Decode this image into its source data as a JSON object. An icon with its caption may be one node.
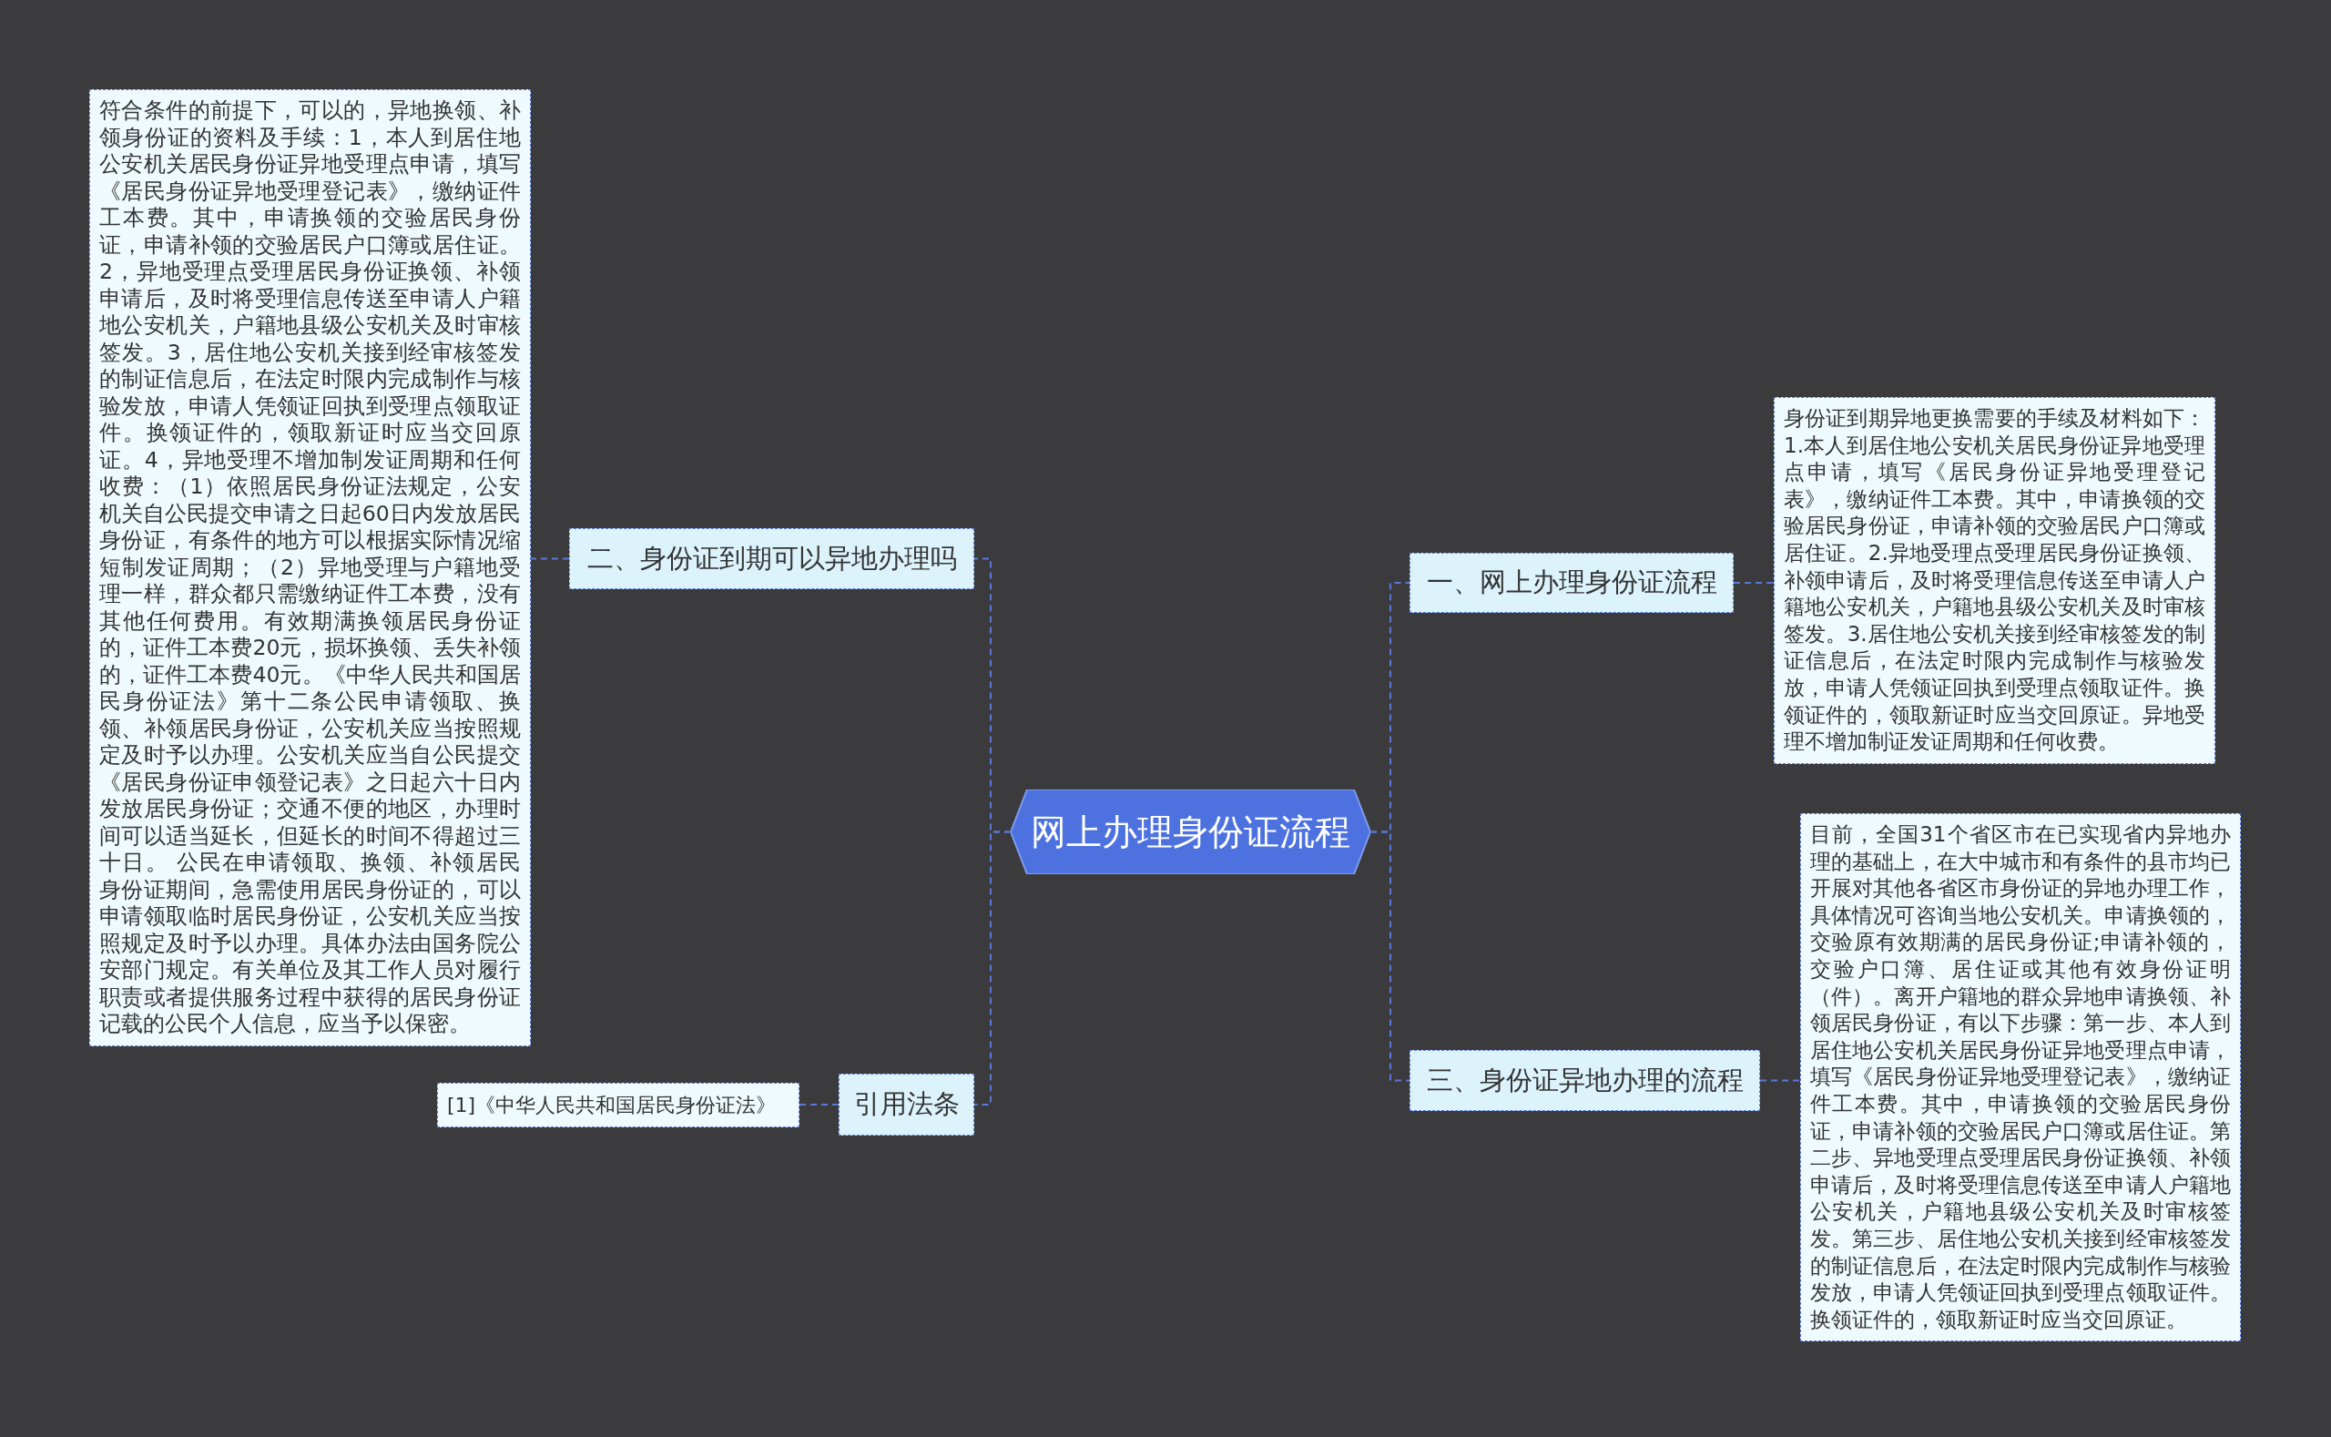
{
  "diagram": {
    "nodes": [
      {
        "text": [
          "网上办理身份证流程"
        ]
      },
      {
        "text": [
          "一、网上办理身份证流程"
        ]
      },
      {
        "text": [
          "身份证到期异地更换需要的手续及材料如下：1.本人到居住地公安机关居民身份证异地受理点申请，填写《居民身份证异地受理登记表》，缴纳证件工本费。其中，申请换领的交验居民身份证，申请补领的交验居民户口簿或居住证。2.异地受理点受理居民身份证换领、补领申请后，及时将受理信息传送至申请人户籍地公安机关，户籍地县级公安机关及时审核签发。3.居住地公安机关接到经审核签发的制证信息后，在法定时限内完成制作与核验发放，申请人凭领证回执到受理点领取证件。换领证件的，领取新证时应当交回原证。异地受理不增加制证发证周期和任何收费。"
        ]
      },
      {
        "text": [
          "三、身份证异地办理的流程"
        ]
      },
      {
        "text": [
          "目前，全国31个省区市在已实现省内异地办理的基础上，在大中城市和有条件的县市均已开展对其他各省区市身份证的异地办理工作，具体情况可咨询当地公安机关。申请换领的，交验原有效期满的居民身份证;申请补领的，交验户口簿、居住证或其他有效身份证明（件）。离开户籍地的群众异地申请换领、补领居民身份证，有以下步骤：第一步、本人到居住地公安机关居民身份证异地受理点申请，填写《居民身份证异地受理登记表》，缴纳证件工本费。其中，申请换领的交验居民身份证，申请补领的交验居民户口簿或居住证。第二步、异地受理点受理居民身份证换领、补领申请后，及时将受理信息传送至申请人户籍地公安机关，户籍地县级公安机关及时审核签发。第三步、居住地公安机关接到经审核签发的制证信息后，在法定时限内完成制作与核验发放，申请人凭领证回执到受理点领取证件。换领证件的，领取新证时应当交回原证。"
        ]
      },
      {
        "text": [
          "二、身份证到期可以异地办理吗"
        ]
      },
      {
        "text": [
          "符合条件的前提下，可以的，异地换领、补领身份证的资料及手续：1，本人到居住地公安机关居民身份证异地受理点申请，填写《居民身份证异地受理登记表》，缴纳证件工本费。其中，申请换领的交验居民身份证，申请补领的交验居民户口簿或居住证。2，异地受理点受理居民身份证换领、补领申请后，及时将受理信息传送至申请人户籍地公安机关，户籍地县级公安机关及时审核签发。3，居住地公安机关接到经审核签发的制证信息后，在法定时限内完成制作与核验发放，申请人凭领证回执到受理点领取证件。换领证件的，领取新证时应当交回原证。4，异地受理不增加制发证周期和任何收费：（1）依照居民身份证法规定，公安机关自公民提交申请之日起60日内发放居民身份证，有条件的地方可以根据实际情况缩短制发证周期；（2）异地受理与户籍地受理一样，群众都只需缴纳证件工本费，没有其他任何费用。有效期满换领居民身份证的，证件工本费20元，损坏换领、丢失补领的，证件工本费40元。《中华人民共和国居民身份证法》第十二条公民申请领取、换领、补领居民身份证，公安机关应当按照规定及时予以办理。公安机关应当自公民提交《居民身份证申领登记表》之日起六十日内发放居民身份证；交通不便的地区，办理时间可以适当延长，但延长的时间不得超过三十日。 公民在申请领取、换领、补领居民身份证期间，急需使用居民身份证的，可以申请领取临时居民身份证，公安机关应当按照规定及时予以办理。具体办法由国务院公安部门规定。有关单位及其工作人员对履行职责或者提供服务过程中获得的居民身份证记载的公民个人信息，应当予以保密。"
        ]
      },
      {
        "text": [
          "引用法条"
        ]
      },
      {
        "text": [
          "[1]《中华人民共和国居民身份证法》"
        ]
      }
    ],
    "edges": [
      {
        "from": 0,
        "to": 1,
        "arrow": "none"
      },
      {
        "from": 1,
        "to": 2,
        "arrow": "none"
      },
      {
        "from": 0,
        "to": 3,
        "arrow": "none"
      },
      {
        "from": 3,
        "to": 4,
        "arrow": "none"
      },
      {
        "from": 0,
        "to": 5,
        "arrow": "none"
      },
      {
        "from": 5,
        "to": 6,
        "arrow": "none"
      },
      {
        "from": 0,
        "to": 7,
        "arrow": "none"
      },
      {
        "from": 7,
        "to": 8,
        "arrow": "none"
      }
    ]
  }
}
